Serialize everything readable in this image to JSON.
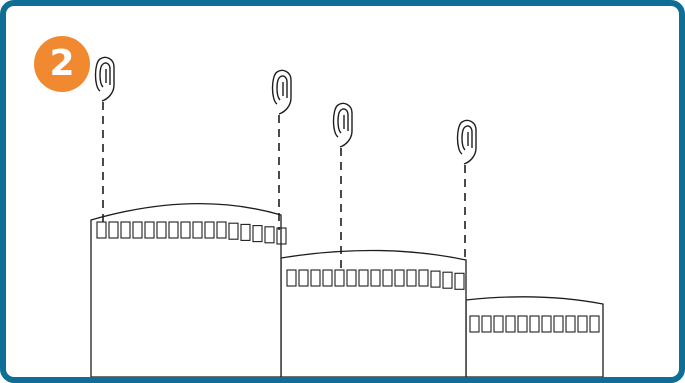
{
  "step": {
    "number": "2",
    "badge_color": "#f0892f"
  },
  "frame": {
    "border_color": "#0f6e95"
  },
  "illustration": {
    "subject": "curtain-hook-attachment",
    "icons": [
      "curtain-hook-icon",
      "dashed-guide-line",
      "curtain-panel",
      "heading-tape"
    ],
    "hook_count": 4,
    "panel_count": 3
  }
}
